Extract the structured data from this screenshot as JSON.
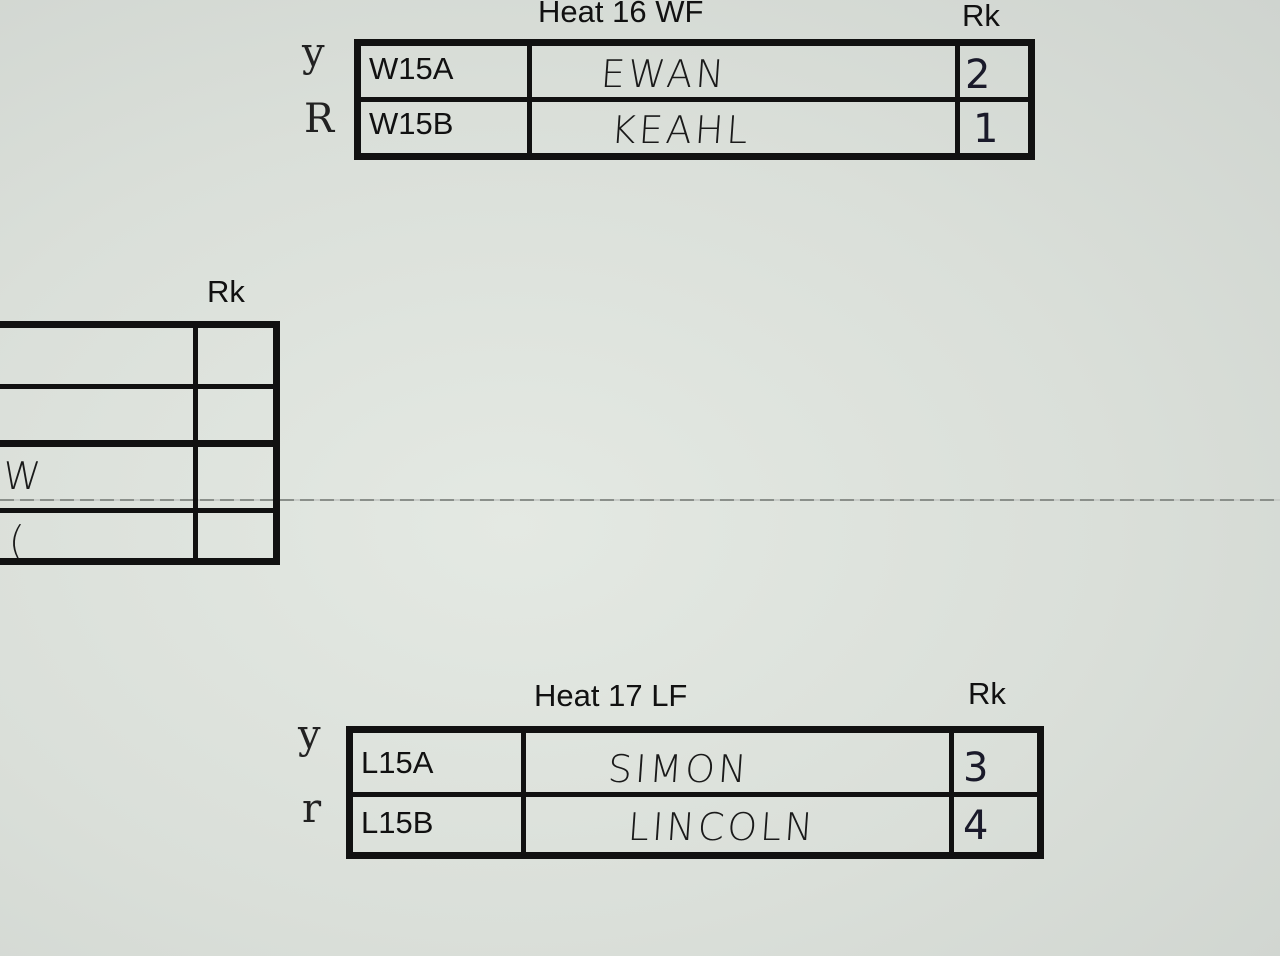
{
  "left_table": {
    "rank_header": "Rk",
    "rows": [
      {
        "name": "",
        "rank": ""
      },
      {
        "name": "",
        "rank": ""
      },
      {
        "name": "W",
        "rank": ""
      },
      {
        "name": "(",
        "rank": ""
      }
    ]
  },
  "heat16": {
    "title": "Heat 16 WF",
    "rank_header": "Rk",
    "rows": [
      {
        "code": "W15A",
        "name": "EWAN",
        "rank": "2",
        "mark": "y"
      },
      {
        "code": "W15B",
        "name": "KEAHL",
        "rank": "1",
        "mark": "R"
      }
    ]
  },
  "heat17": {
    "title": "Heat 17 LF",
    "rank_header": "Rk",
    "rows": [
      {
        "code": "L15A",
        "name": "SIMON",
        "rank": "3",
        "mark": "y"
      },
      {
        "code": "L15B",
        "name": "LINCOLN",
        "rank": "4",
        "mark": "r"
      }
    ]
  }
}
